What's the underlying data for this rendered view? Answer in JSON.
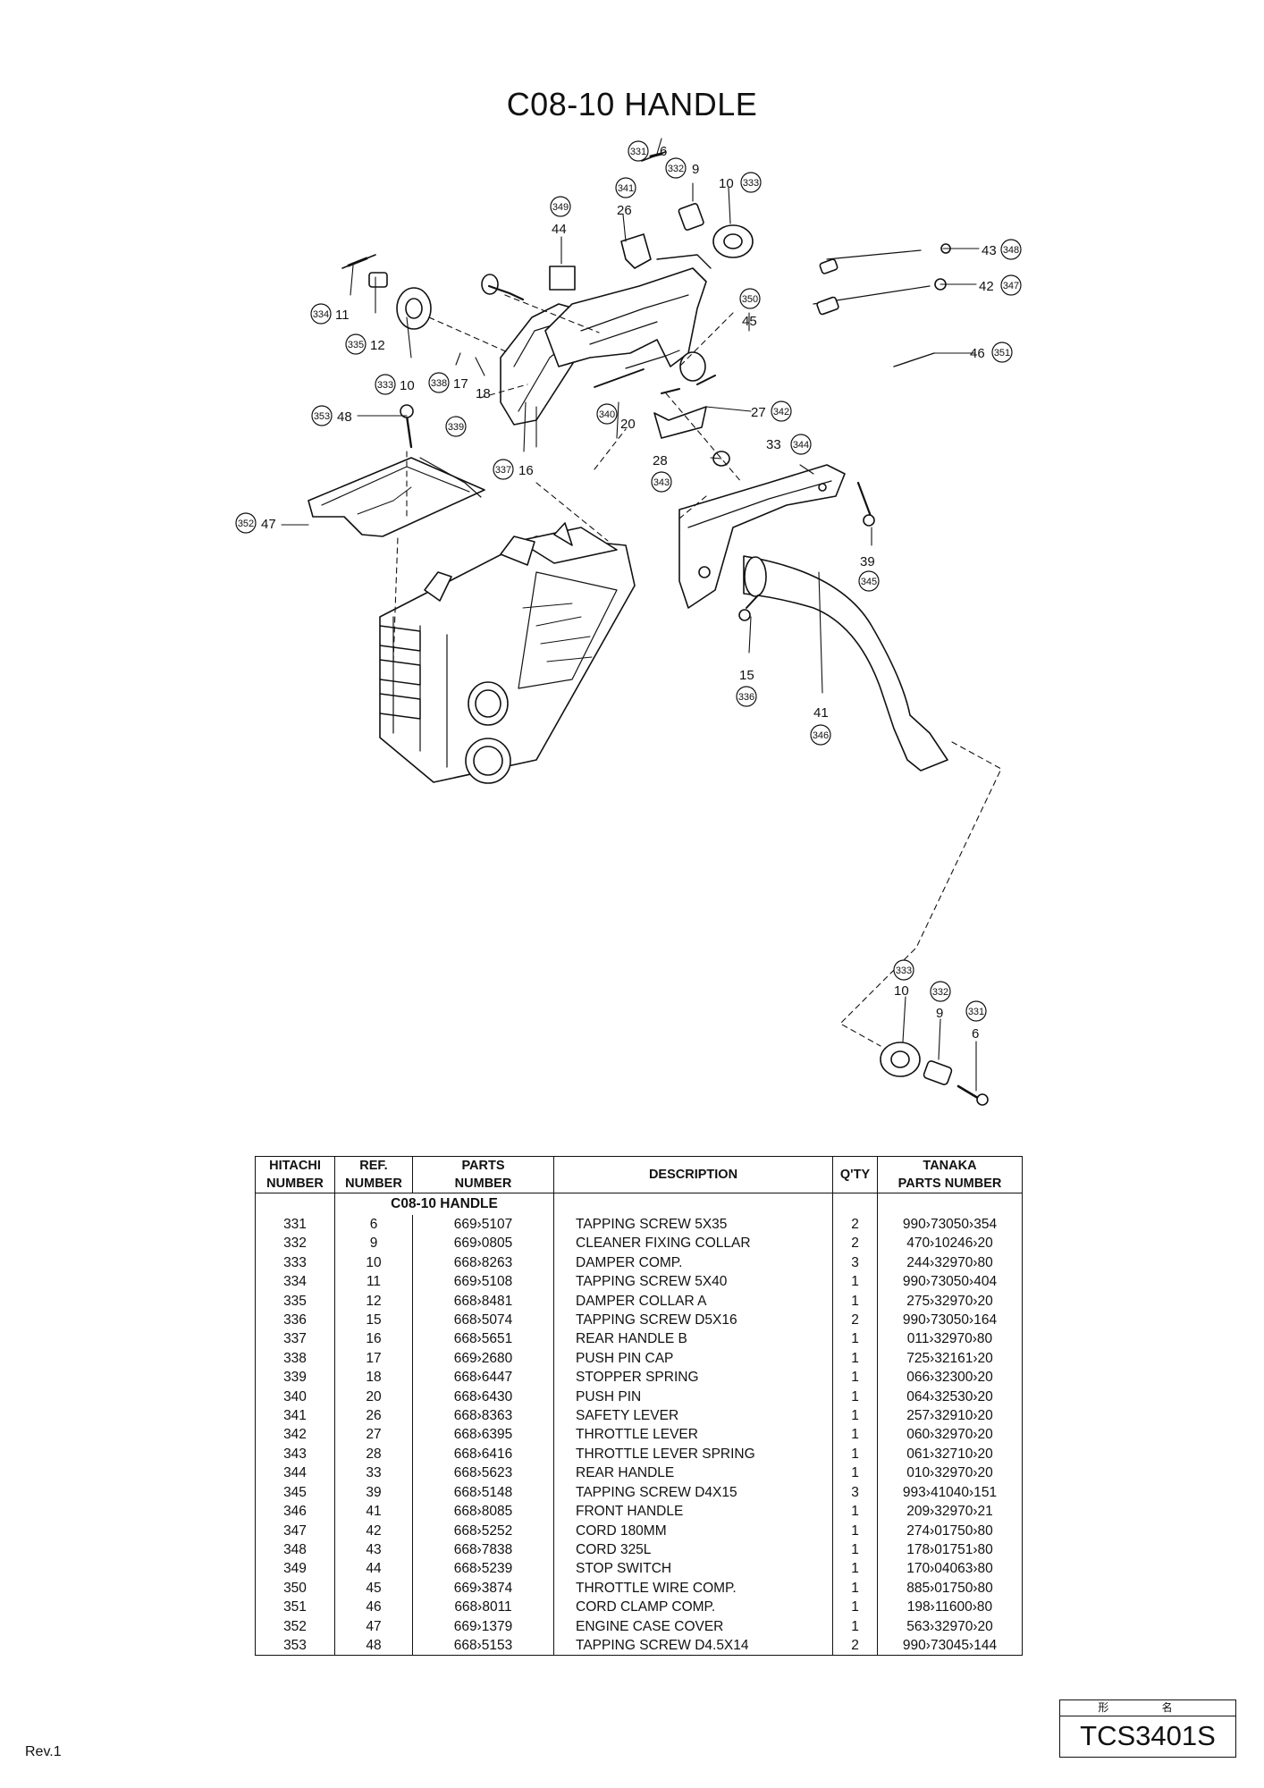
{
  "title": "C08-10 HANDLE",
  "callouts": [
    {
      "id": "c331a",
      "hitachi": "331",
      "ref": "6"
    },
    {
      "id": "c332a",
      "hitachi": "332",
      "ref": "9"
    },
    {
      "id": "c333a",
      "hitachi": "333",
      "ref": "10"
    },
    {
      "id": "c341",
      "hitachi": "341",
      "ref": "26"
    },
    {
      "id": "c349",
      "hitachi": "349",
      "ref": "44"
    },
    {
      "id": "c348",
      "hitachi": "348",
      "ref": "43"
    },
    {
      "id": "c347",
      "hitachi": "347",
      "ref": "42"
    },
    {
      "id": "c350",
      "hitachi": "350",
      "ref": "45"
    },
    {
      "id": "c351",
      "hitachi": "351",
      "ref": "46"
    },
    {
      "id": "c334",
      "hitachi": "334",
      "ref": "11"
    },
    {
      "id": "c335",
      "hitachi": "335",
      "ref": "12"
    },
    {
      "id": "c333b",
      "hitachi": "333",
      "ref": "10"
    },
    {
      "id": "c338",
      "hitachi": "338",
      "ref": "17"
    },
    {
      "id": "c339",
      "hitachi": "339",
      "ref": "18"
    },
    {
      "id": "c353",
      "hitachi": "353",
      "ref": "48"
    },
    {
      "id": "c340",
      "hitachi": "340",
      "ref": "20"
    },
    {
      "id": "c342",
      "hitachi": "342",
      "ref": "27"
    },
    {
      "id": "c343",
      "hitachi": "343",
      "ref": "28"
    },
    {
      "id": "c344",
      "hitachi": "344",
      "ref": "33"
    },
    {
      "id": "c337",
      "hitachi": "337",
      "ref": "16"
    },
    {
      "id": "c352",
      "hitachi": "352",
      "ref": "47"
    },
    {
      "id": "c345",
      "hitachi": "345",
      "ref": "39"
    },
    {
      "id": "c336",
      "hitachi": "336",
      "ref": "15"
    },
    {
      "id": "c346",
      "hitachi": "346",
      "ref": "41"
    },
    {
      "id": "c333c",
      "hitachi": "333",
      "ref": "10"
    },
    {
      "id": "c332b",
      "hitachi": "332",
      "ref": "9"
    },
    {
      "id": "c331b",
      "hitachi": "331",
      "ref": "6"
    }
  ],
  "table": {
    "headers": {
      "hitachi_1": "HITACHI",
      "hitachi_2": "NUMBER",
      "ref_1": "REF.",
      "ref_2": "NUMBER",
      "parts_1": "PARTS",
      "parts_2": "NUMBER",
      "description": "DESCRIPTION",
      "qty": "Q'TY",
      "tanaka_1": "TANAKA",
      "tanaka_2": "PARTS NUMBER"
    },
    "section": "C08-10 HANDLE",
    "rows": [
      {
        "hitachi": "331",
        "ref": "6",
        "parts": "669›5107",
        "description": "TAPPING SCREW 5X35",
        "qty": "2",
        "tanaka": "990›73050›354"
      },
      {
        "hitachi": "332",
        "ref": "9",
        "parts": "669›0805",
        "description": "CLEANER FIXING COLLAR",
        "qty": "2",
        "tanaka": "470›10246›20"
      },
      {
        "hitachi": "333",
        "ref": "10",
        "parts": "668›8263",
        "description": "DAMPER COMP.",
        "qty": "3",
        "tanaka": "244›32970›80"
      },
      {
        "hitachi": "334",
        "ref": "11",
        "parts": "669›5108",
        "description": "TAPPING SCREW 5X40",
        "qty": "1",
        "tanaka": "990›73050›404"
      },
      {
        "hitachi": "335",
        "ref": "12",
        "parts": "668›8481",
        "description": "DAMPER COLLAR A",
        "qty": "1",
        "tanaka": "275›32970›20"
      },
      {
        "hitachi": "336",
        "ref": "15",
        "parts": "668›5074",
        "description": "TAPPING SCREW D5X16",
        "qty": "2",
        "tanaka": "990›73050›164"
      },
      {
        "hitachi": "337",
        "ref": "16",
        "parts": "668›5651",
        "description": "REAR HANDLE B",
        "qty": "1",
        "tanaka": "011›32970›80"
      },
      {
        "hitachi": "338",
        "ref": "17",
        "parts": "669›2680",
        "description": "PUSH PIN CAP",
        "qty": "1",
        "tanaka": "725›32161›20"
      },
      {
        "hitachi": "339",
        "ref": "18",
        "parts": "668›6447",
        "description": "STOPPER SPRING",
        "qty": "1",
        "tanaka": "066›32300›20"
      },
      {
        "hitachi": "340",
        "ref": "20",
        "parts": "668›6430",
        "description": "PUSH PIN",
        "qty": "1",
        "tanaka": "064›32530›20"
      },
      {
        "hitachi": "341",
        "ref": "26",
        "parts": "668›8363",
        "description": "SAFETY LEVER",
        "qty": "1",
        "tanaka": "257›32910›20"
      },
      {
        "hitachi": "342",
        "ref": "27",
        "parts": "668›6395",
        "description": "THROTTLE LEVER",
        "qty": "1",
        "tanaka": "060›32970›20"
      },
      {
        "hitachi": "343",
        "ref": "28",
        "parts": "668›6416",
        "description": "THROTTLE LEVER SPRING",
        "qty": "1",
        "tanaka": "061›32710›20"
      },
      {
        "hitachi": "344",
        "ref": "33",
        "parts": "668›5623",
        "description": "REAR HANDLE",
        "qty": "1",
        "tanaka": "010›32970›20"
      },
      {
        "hitachi": "345",
        "ref": "39",
        "parts": "668›5148",
        "description": "TAPPING SCREW D4X15",
        "qty": "3",
        "tanaka": "993›41040›151"
      },
      {
        "hitachi": "346",
        "ref": "41",
        "parts": "668›8085",
        "description": "FRONT HANDLE",
        "qty": "1",
        "tanaka": "209›32970›21"
      },
      {
        "hitachi": "347",
        "ref": "42",
        "parts": "668›5252",
        "description": "CORD 180MM",
        "qty": "1",
        "tanaka": "274›01750›80"
      },
      {
        "hitachi": "348",
        "ref": "43",
        "parts": "668›7838",
        "description": "CORD 325L",
        "qty": "1",
        "tanaka": "178›01751›80"
      },
      {
        "hitachi": "349",
        "ref": "44",
        "parts": "668›5239",
        "description": "STOP SWITCH",
        "qty": "1",
        "tanaka": "170›04063›80"
      },
      {
        "hitachi": "350",
        "ref": "45",
        "parts": "669›3874",
        "description": "THROTTLE WIRE COMP.",
        "qty": "1",
        "tanaka": "885›01750›80"
      },
      {
        "hitachi": "351",
        "ref": "46",
        "parts": "668›8011",
        "description": "CORD CLAMP COMP.",
        "qty": "1",
        "tanaka": "198›11600›80"
      },
      {
        "hitachi": "352",
        "ref": "47",
        "parts": "669›1379",
        "description": "ENGINE CASE COVER",
        "qty": "1",
        "tanaka": "563›32970›20"
      },
      {
        "hitachi": "353",
        "ref": "48",
        "parts": "668›5153",
        "description": "TAPPING SCREW D4.5X14",
        "qty": "2",
        "tanaka": "990›73045›144"
      }
    ]
  },
  "model_box": {
    "label": "形 名",
    "code": "TCS3401S"
  },
  "revision": "Rev.1"
}
